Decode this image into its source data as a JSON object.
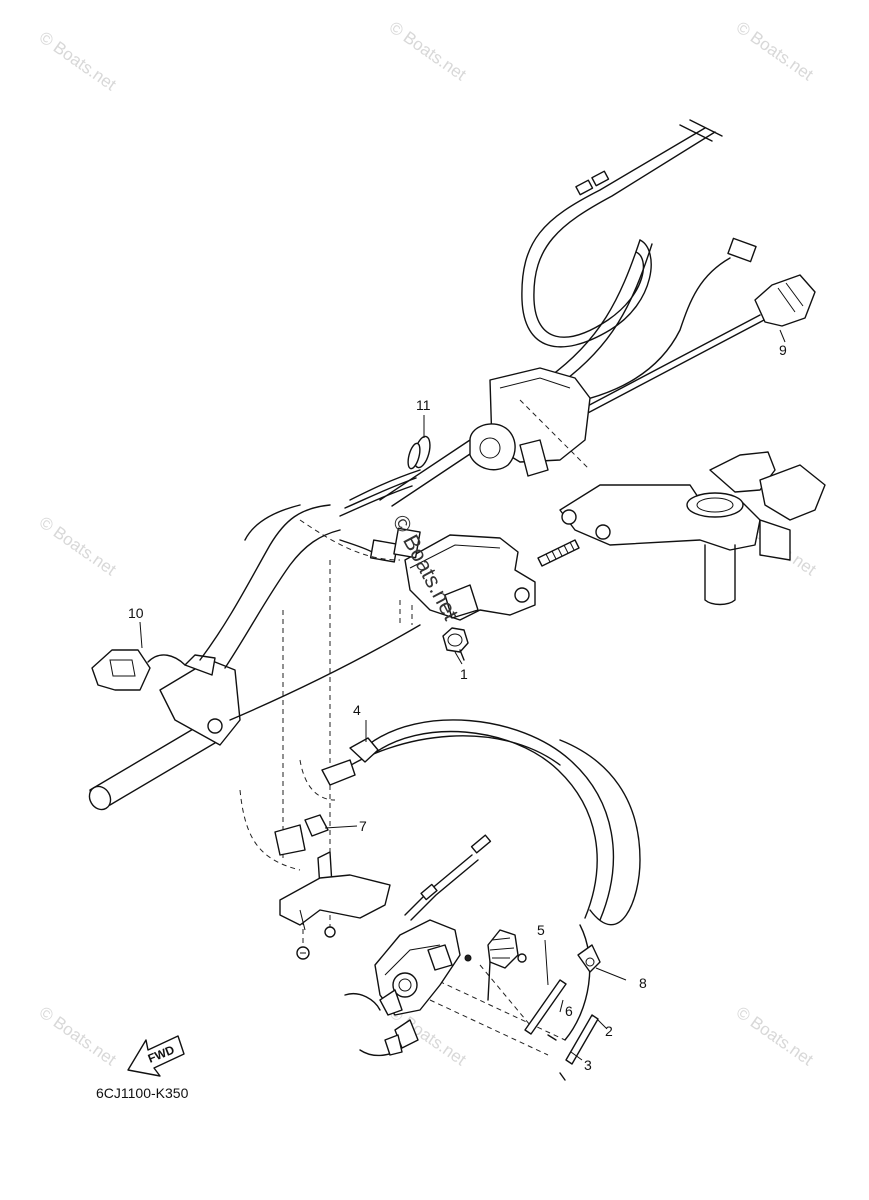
{
  "diagram": {
    "code": "6CJ1100-K350",
    "fwd_label": "FWD",
    "watermark": "© Boats.net",
    "callouts": [
      {
        "id": "1",
        "label": "1"
      },
      {
        "id": "2",
        "label": "2"
      },
      {
        "id": "3",
        "label": "3"
      },
      {
        "id": "4",
        "label": "4"
      },
      {
        "id": "5",
        "label": "5"
      },
      {
        "id": "6",
        "label": "6"
      },
      {
        "id": "7",
        "label": "7"
      },
      {
        "id": "8",
        "label": "8"
      },
      {
        "id": "9",
        "label": "9"
      },
      {
        "id": "10",
        "label": "10"
      },
      {
        "id": "11",
        "label": "11"
      }
    ]
  }
}
